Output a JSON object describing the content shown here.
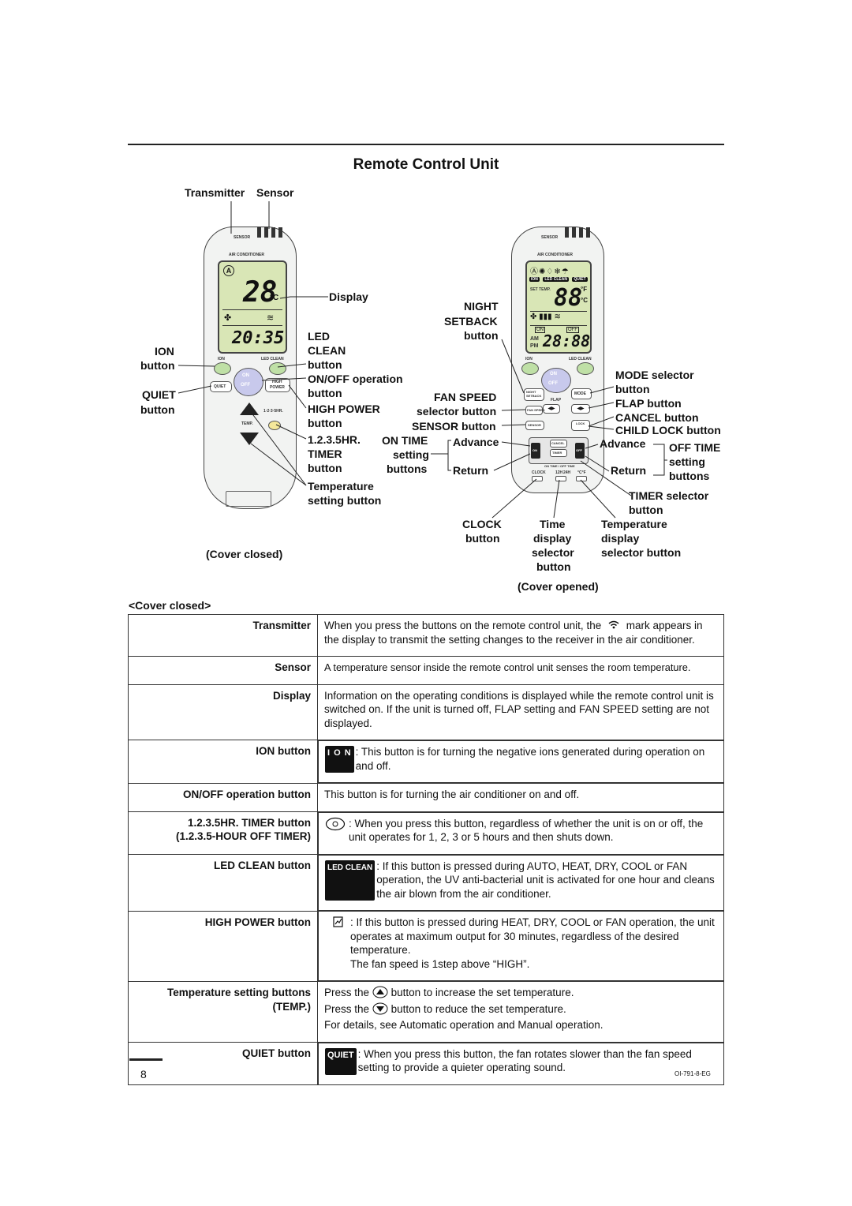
{
  "page": {
    "title": "Remote Control Unit",
    "page_number": "8",
    "doc_code": "OI-791-8-EG"
  },
  "figure_closed": {
    "caption": "(Cover closed)",
    "labels": {
      "transmitter": "Transmitter",
      "sensor": "Sensor",
      "display": "Display",
      "led": "LED",
      "clean": "CLEAN",
      "button": "button",
      "ion": "ION",
      "quiet": "QUIET",
      "onoff": "ON/OFF operation",
      "high_power": "HIGH POWER",
      "timer_1": "1.2.3.5HR.",
      "timer_2": "TIMER",
      "temp_1": "Temperature",
      "temp_2": "setting button"
    },
    "device": {
      "sensor": "SENSOR",
      "air_conditioner": "AIR CONDITIONER",
      "temp_value": "28",
      "unit": "°C",
      "clock_value": "20:35",
      "btn_ion": "ION",
      "btn_led": "LED CLEAN",
      "btn_quiet": "QUIET",
      "on": "ON",
      "off": "OFF",
      "high": "HIGH",
      "power": "POWER",
      "timer": "1·2·3·5HR.",
      "temp": "TEMP."
    }
  },
  "figure_opened": {
    "caption": "(Cover opened)",
    "labels": {
      "night": "NIGHT",
      "setback": "SETBACK",
      "button": "button",
      "fan_speed": "FAN SPEED",
      "selector_button": "selector button",
      "sensor_button": "SENSOR button",
      "on_time": "ON TIME",
      "setting": "setting",
      "buttons": "buttons",
      "advance": "Advance",
      "return": "Return",
      "mode": "MODE selector",
      "flap": "FLAP button",
      "cancel": "CANCEL button",
      "child_lock": "CHILD LOCK button",
      "off_time": "OFF TIME",
      "timer_sel": "TIMER selector",
      "clock": "CLOCK",
      "time": "Time",
      "display": "display",
      "selector": "selector",
      "temperature": "Temperature",
      "temp_sel": "selector button"
    },
    "device": {
      "sensor": "SENSOR",
      "air_conditioner": "AIR CONDITIONER",
      "ion": "ION",
      "led_clean": "LED CLEAN",
      "quiet": "QUIET",
      "set_temp": "SET TEMP.",
      "temp_value": "88",
      "f": "°F",
      "c": "°C",
      "am": "AM",
      "pm": "PM",
      "clock_value": "28:88",
      "on": "ON",
      "off": "OFF",
      "on_box": "ON",
      "off_box": "OFF",
      "night_setback": "NIGHT SETBACK",
      "mode": "MODE",
      "flap": "FLAP",
      "fan_speed": "FAN SPEED",
      "sensor_btn": "SENSOR",
      "lock": "LOCK",
      "cancel": "CANCEL",
      "timer": "TIMER",
      "on_time_off_time": "ON TIME / OFF TIME",
      "clock": "CLOCK",
      "h12": "12H",
      "h24": "24H",
      "cf": "°C°F"
    }
  },
  "table": {
    "heading": "<Cover closed>",
    "rows": [
      {
        "key": "Transmitter",
        "text_a": "When you press the buttons on the remote control unit, the",
        "text_b": "mark appears in the display to transmit the setting changes to the receiver in the air conditioner."
      },
      {
        "key": "Sensor",
        "text": "A temperature sensor inside the remote control unit senses the room temperature."
      },
      {
        "key": "Display",
        "text": "Information on the operating conditions is displayed while the remote control unit is switched on. If the unit is turned off, FLAP setting and FAN SPEED setting are not displayed."
      },
      {
        "key": "ION button",
        "tag": "I O N",
        "text": ": This button is for turning the negative ions generated during operation on and off."
      },
      {
        "key": "ON/OFF operation button",
        "text": "This button is for turning the air conditioner on and off."
      },
      {
        "key": "1.2.3.5HR. TIMER button",
        "key2": "(1.2.3.5-HOUR OFF TIMER)",
        "text": ": When you press this button, regardless of whether the unit is on or off, the unit operates for 1, 2, 3 or 5 hours and then shuts down."
      },
      {
        "key": "LED CLEAN button",
        "tag": "LED CLEAN",
        "text": ": If this button is pressed during AUTO, HEAT, DRY, COOL or FAN operation, the UV anti-bacterial unit is activated for one hour and cleans the air blown from the air conditioner."
      },
      {
        "key": "HIGH POWER button",
        "text": ": If this button is pressed during HEAT, DRY, COOL or FAN operation, the unit operates at maximum output for 30 minutes, regardless of the desired temperature.",
        "text_extra": "The fan speed is 1step above “HIGH”."
      },
      {
        "key": "Temperature setting buttons",
        "key2": "(TEMP.)",
        "line1_a": "Press the",
        "line1_b": "button to increase the set temperature.",
        "line2_a": "Press the",
        "line2_b": "button to reduce the set temperature.",
        "line3": "For details, see Automatic operation and Manual operation."
      },
      {
        "key": "QUIET button",
        "tag": "QUIET",
        "text": ": When you press this button, the fan rotates slower than the fan speed setting to provide a quieter operating sound."
      }
    ]
  }
}
